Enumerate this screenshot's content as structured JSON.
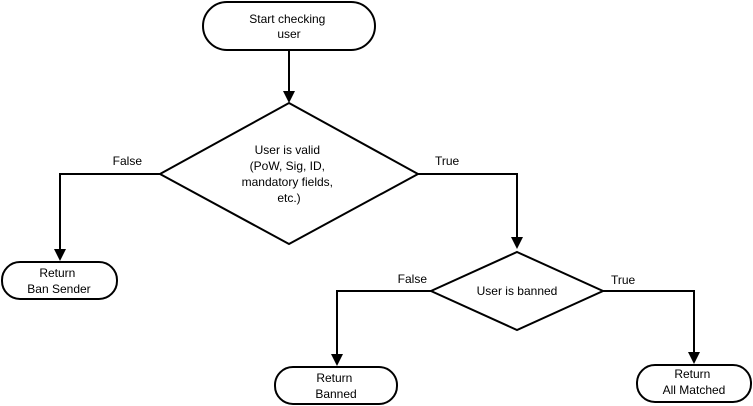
{
  "nodes": {
    "start": {
      "lines": [
        "Start checking",
        "user"
      ]
    },
    "valid_check": {
      "lines": [
        "User is valid",
        "(PoW, Sig, ID,",
        "mandatory fields,",
        "etc.)"
      ]
    },
    "ban_sender": {
      "lines": [
        "Return",
        "Ban Sender"
      ]
    },
    "banned_check": {
      "lines": [
        "User is banned"
      ]
    },
    "banned": {
      "lines": [
        "Return",
        "Banned"
      ]
    },
    "all_matched": {
      "lines": [
        "Return",
        "All Matched"
      ]
    }
  },
  "edges": {
    "valid_false": "False",
    "valid_true": "True",
    "banned_false": "False",
    "banned_true": "True"
  },
  "colors": {
    "stroke": "#000000",
    "fill": "#ffffff",
    "text": "#000000"
  }
}
